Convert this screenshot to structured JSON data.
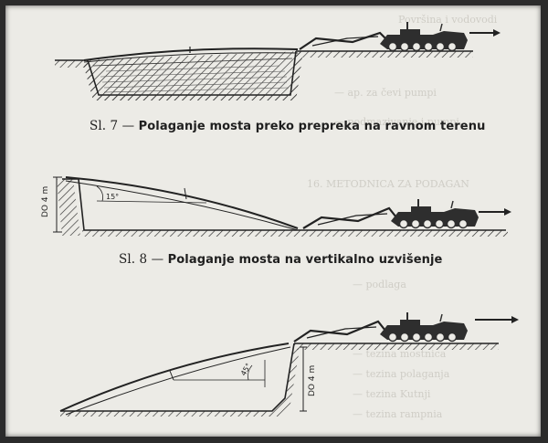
{
  "captions": {
    "fig7": {
      "number": "Sl. 7 —",
      "text": "Polaganje mosta preko prepreka na ravnom terenu"
    },
    "fig8": {
      "number": "Sl. 8 —",
      "text": "Polaganje mosta na vertikalno uzvišenje"
    }
  },
  "fig8": {
    "dimension": "DO 4 m",
    "angle": "15°"
  },
  "fig9": {
    "dimension": "DO 4 m",
    "angle": "45°"
  },
  "ghost": {
    "t1": "Površina i vodovodi",
    "t2": "— ap. za čevi pumpi",
    "t3": "— podmazivanje i pumpi",
    "t4": "16. METODNICA ZA PODAGAN",
    "t5": "— podlaga",
    "t6": "— tezina mostnica",
    "t7": "— tezina polaganja",
    "t8": "— tezina Kutnji",
    "t9": "— tezina rampnia"
  }
}
